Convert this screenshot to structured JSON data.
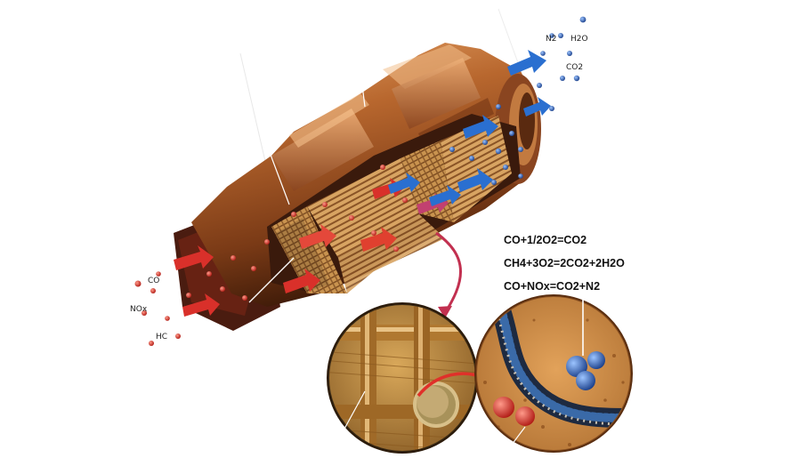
{
  "inlet_gases": {
    "co": "CO",
    "nox": "NOx",
    "hc": "HC"
  },
  "outlet_gases": {
    "n2": "N2",
    "h2o": "H2O",
    "co2": "CO2"
  },
  "reactions": [
    "CO+1/2O2=CO2",
    "CH4+3O2=2CO2+2H2O",
    "CO+NOx=CO2+N2"
  ],
  "colors": {
    "housing": "#b8672e",
    "housing_dark": "#5a2a10",
    "honeycomb": "#c9934f",
    "pollutant_molecule": "#d9302a",
    "clean_molecule": "#2f63b0",
    "flow_arrow_in": "#d9302a",
    "flow_arrow_out": "#2a6fd0"
  },
  "icons": {
    "inlet_arrow": "red-arrow-icon",
    "outlet_arrow": "blue-arrow-icon",
    "zoom_arrow": "curved-arrow-icon"
  }
}
